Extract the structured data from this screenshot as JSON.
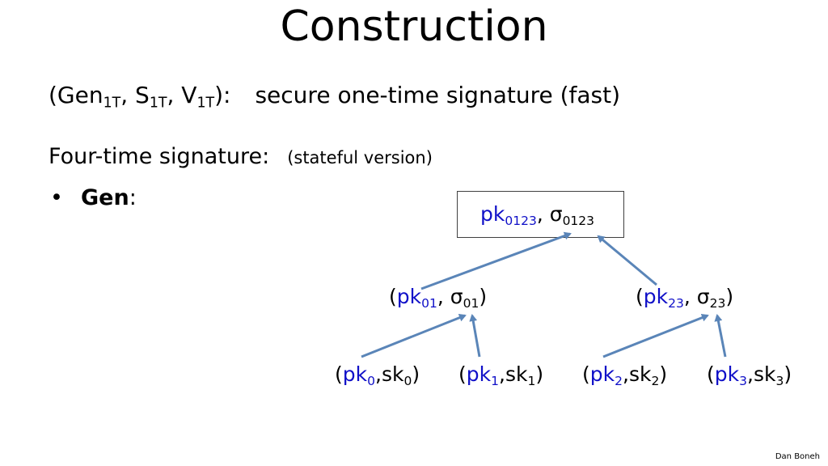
{
  "title": "Construction",
  "one_time": {
    "open": "(Gen",
    "gen_sub": "1T",
    "s_prefix": ", S",
    "s_sub": "1T",
    "v_prefix": ", V",
    "v_sub": "1T",
    "close": "):",
    "description": "secure one-time signature  (fast)"
  },
  "four_time": {
    "label": "Four-time signature:",
    "note": "(stateful version)"
  },
  "bullet": {
    "symbol": "•",
    "label": "Gen",
    "suffix": ":"
  },
  "tree": {
    "root": {
      "pk": "pk",
      "pk_sub": "0123",
      "sep": ",  σ",
      "sig_sub": "0123"
    },
    "mid": [
      {
        "open": "(",
        "pk": "pk",
        "pk_sub": "01",
        "sep": ", σ",
        "sig_sub": "01",
        "close": ")"
      },
      {
        "open": "(",
        "pk": "pk",
        "pk_sub": "23",
        "sep": ", σ",
        "sig_sub": "23",
        "close": ")"
      }
    ],
    "leaves": [
      {
        "open": "(",
        "pk": "pk",
        "pk_sub": "0",
        "sep": ",sk",
        "sk_sub": "0",
        "close": ")"
      },
      {
        "open": "(",
        "pk": "pk",
        "pk_sub": "1",
        "sep": ",sk",
        "sk_sub": "1",
        "close": ")"
      },
      {
        "open": "(",
        "pk": "pk",
        "pk_sub": "2",
        "sep": ",sk",
        "sk_sub": "2",
        "close": ")"
      },
      {
        "open": "(",
        "pk": "pk",
        "pk_sub": "3",
        "sep": ",sk",
        "sk_sub": "3",
        "close": ")"
      }
    ]
  },
  "footer": "Dan Boneh",
  "colors": {
    "pk_text": "#1010c8",
    "arrow": "#5a85b8",
    "box_border": "#404040"
  }
}
